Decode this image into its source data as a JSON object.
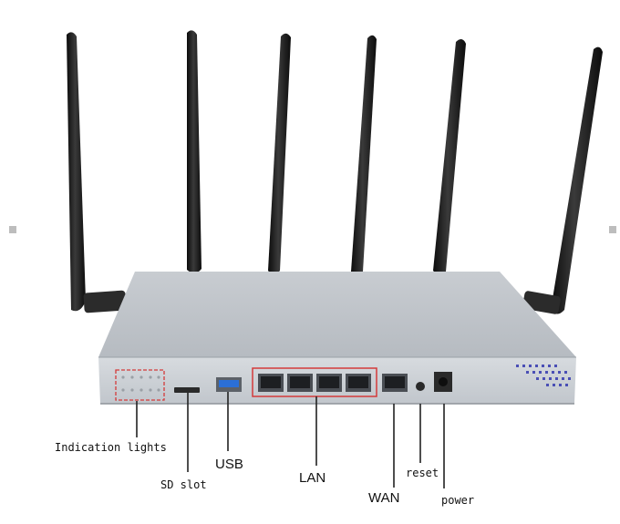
{
  "labels": {
    "indication_lights": "Indication lights",
    "sd_slot": "SD slot",
    "usb": "USB",
    "lan": "LAN",
    "wan": "WAN",
    "reset": "reset",
    "power": "power"
  },
  "colors": {
    "highlight": "#d43a3a",
    "chassis": "#c9ced3",
    "antenna": "#1a1a1a",
    "usb_port": "#2b6fd6",
    "logo_dots": "#4a4fb5"
  },
  "antenna_count": 6,
  "lan_port_count": 4
}
